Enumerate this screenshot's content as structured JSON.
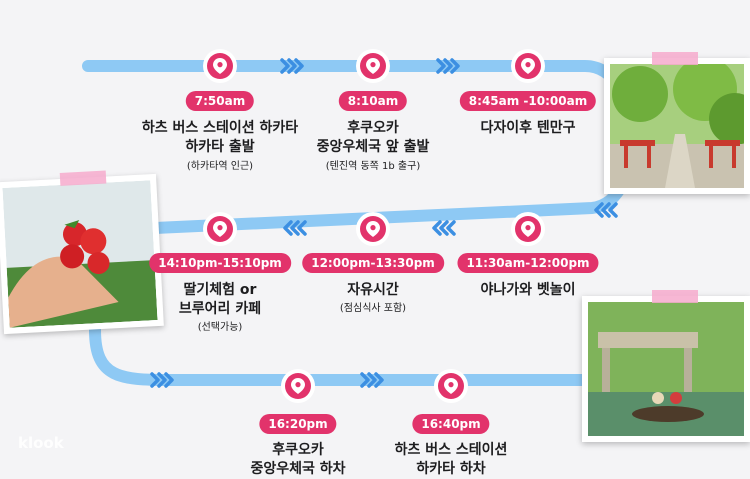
{
  "colors": {
    "accent": "#e2336b",
    "path": "#8ec9f4",
    "arrow": "#4f98e6"
  },
  "stops": [
    {
      "time": "7:50am",
      "title": [
        "하츠 버스 스테이션 하카타",
        "하카타 출발"
      ],
      "sub": "(하카타역 인근)"
    },
    {
      "time": "8:10am",
      "title": [
        "후쿠오카",
        "중앙우체국 앞 출발"
      ],
      "sub": "(텐진역 동쪽 1b 출구)"
    },
    {
      "time": "8:45am -10:00am",
      "title": [
        "다자이후 텐만구"
      ],
      "sub": ""
    },
    {
      "time": "11:30am-12:00pm",
      "title": [
        "야나가와 벳놀이"
      ],
      "sub": ""
    },
    {
      "time": "12:00pm-13:30pm",
      "title": [
        "자유시간"
      ],
      "sub": "(점심식사 포함)"
    },
    {
      "time": "14:10pm-15:10pm",
      "title": [
        "딸기체험 or",
        "브루어리 카페"
      ],
      "sub": "(선택가능)"
    },
    {
      "time": "16:20pm",
      "title": [
        "후쿠오카",
        "중앙우체국 하차"
      ],
      "sub": ""
    },
    {
      "time": "16:40pm",
      "title": [
        "하츠 버스 스테이션",
        "하카타 하차"
      ],
      "sub": ""
    }
  ],
  "logo": "klook",
  "icons": {
    "pin": "location-pin-icon",
    "arrows": "chevron-arrows-icon"
  }
}
